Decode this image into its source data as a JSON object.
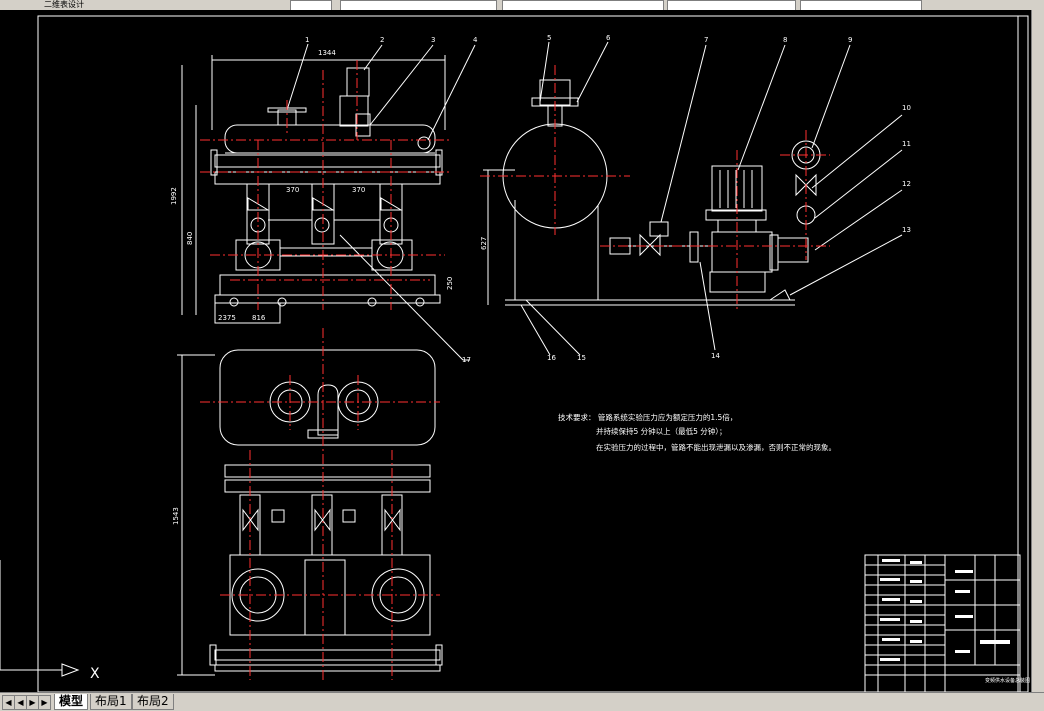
{
  "titlebar": {
    "left_label": "二维表设计"
  },
  "drawing": {
    "dims": {
      "d1344": "1344",
      "d1992": "1992",
      "d840": "840",
      "d250": "250",
      "d370a": "370",
      "d370b": "370",
      "d2375": "2375",
      "d816": "816",
      "d627": "627",
      "d1543": "1543"
    },
    "balloons": [
      "1",
      "2",
      "3",
      "4",
      "5",
      "6",
      "7",
      "8",
      "9",
      "10",
      "11",
      "12",
      "13",
      "14",
      "15",
      "16",
      "17"
    ],
    "tech_req": {
      "line1": "技术要求：  管路系统实验压力应为额定压力的1.5倍，",
      "line2": "并持续保持5 分钟以上（最低5 分钟）；",
      "line3": "在实验压力的过程中，管路不能出现泄漏以及渗漏，否则不正常的现象。"
    },
    "title_block_name": "变频供水设备总装图"
  },
  "ucs": {
    "x_label": "X"
  },
  "tabs": {
    "model": "模型",
    "layout1": "布局1",
    "layout2": "布局2"
  }
}
